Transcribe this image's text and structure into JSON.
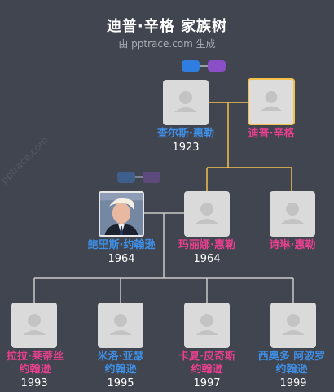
{
  "header": {
    "title": "迪普·辛格 家族树",
    "subtitle": "由 pptrace.com 生成",
    "watermark": "pptrace.com"
  },
  "colors": {
    "background": "#41454f",
    "male": "#3f8fe6",
    "female": "#e6408e",
    "selected_border": "#f2c14e",
    "line_couple": "#f2c14e",
    "line_child": "#c9c9c9",
    "toggle_blue": "#2f7de1",
    "toggle_purple": "#8a4fc7"
  },
  "people": {
    "charles": {
      "name": "查尔斯·惠勒",
      "year": "1923",
      "gender": "male"
    },
    "deep": {
      "name": "迪普·辛格",
      "gender": "female",
      "selected": true
    },
    "boris": {
      "name": "鲍里斯·约翰逊",
      "year": "1964",
      "gender": "male",
      "has_photo": true
    },
    "marina": {
      "name": "玛丽娜·惠勒",
      "year": "1964",
      "gender": "female"
    },
    "shirin": {
      "name": "诗琳·惠勒",
      "gender": "female"
    },
    "lara": {
      "name_line1": "拉拉·莱蒂丝",
      "name_line2": "约翰逊",
      "year": "1993",
      "gender": "female"
    },
    "milo": {
      "name_line1": "米洛·亚瑟",
      "name_line2": "约翰逊",
      "year": "1995",
      "gender": "male"
    },
    "cassia": {
      "name_line1": "卡夏·皮奇斯",
      "name_line2": "约翰逊",
      "year": "1997",
      "gender": "female"
    },
    "theodore": {
      "name_line1": "西奥多 阿波罗",
      "name_line2": "约翰逊",
      "year": "1999",
      "gender": "male"
    }
  }
}
